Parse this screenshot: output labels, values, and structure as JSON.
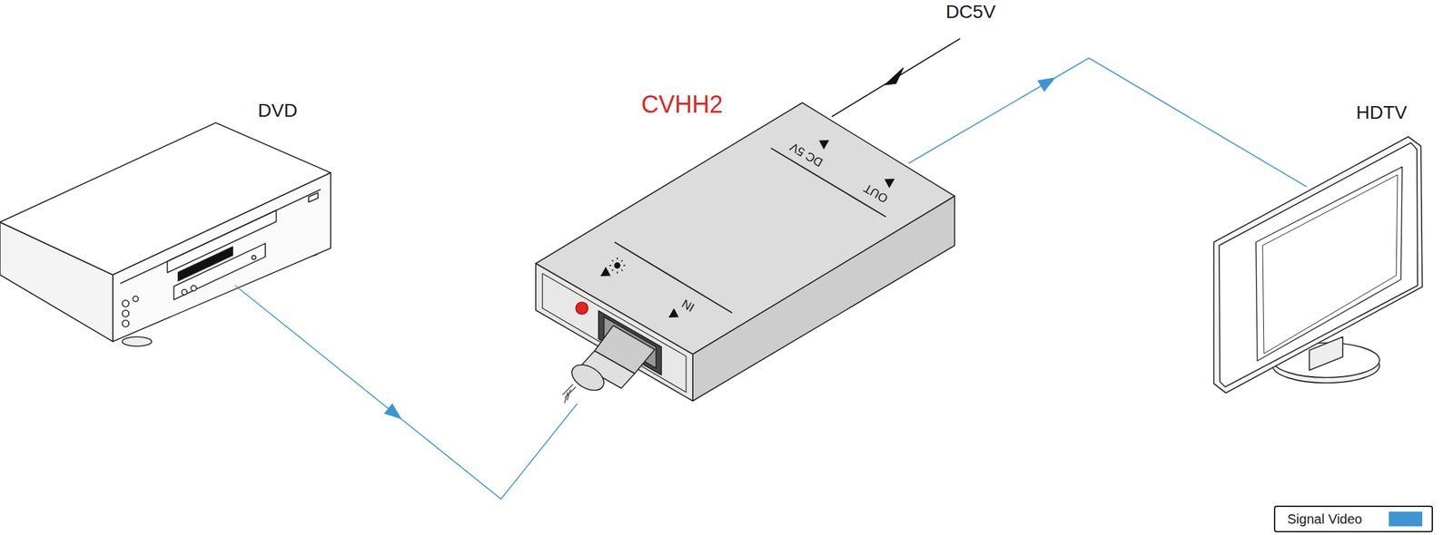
{
  "diagram": {
    "nodes": [
      {
        "text": [
          "DVD"
        ]
      },
      {
        "text": [
          "CVHH2"
        ]
      },
      {
        "text": [
          "HDTV"
        ]
      }
    ],
    "edges": [
      {
        "from": 0,
        "to": 1,
        "arrow": "to"
      },
      {
        "from": 1,
        "to": 2,
        "arrow": "to"
      }
    ],
    "labels": [
      "DC5V",
      "DC 5V",
      "OUT",
      "IN"
    ],
    "legend": [
      {
        "text": "Signal Video",
        "color": "#3d96d3"
      }
    ]
  }
}
